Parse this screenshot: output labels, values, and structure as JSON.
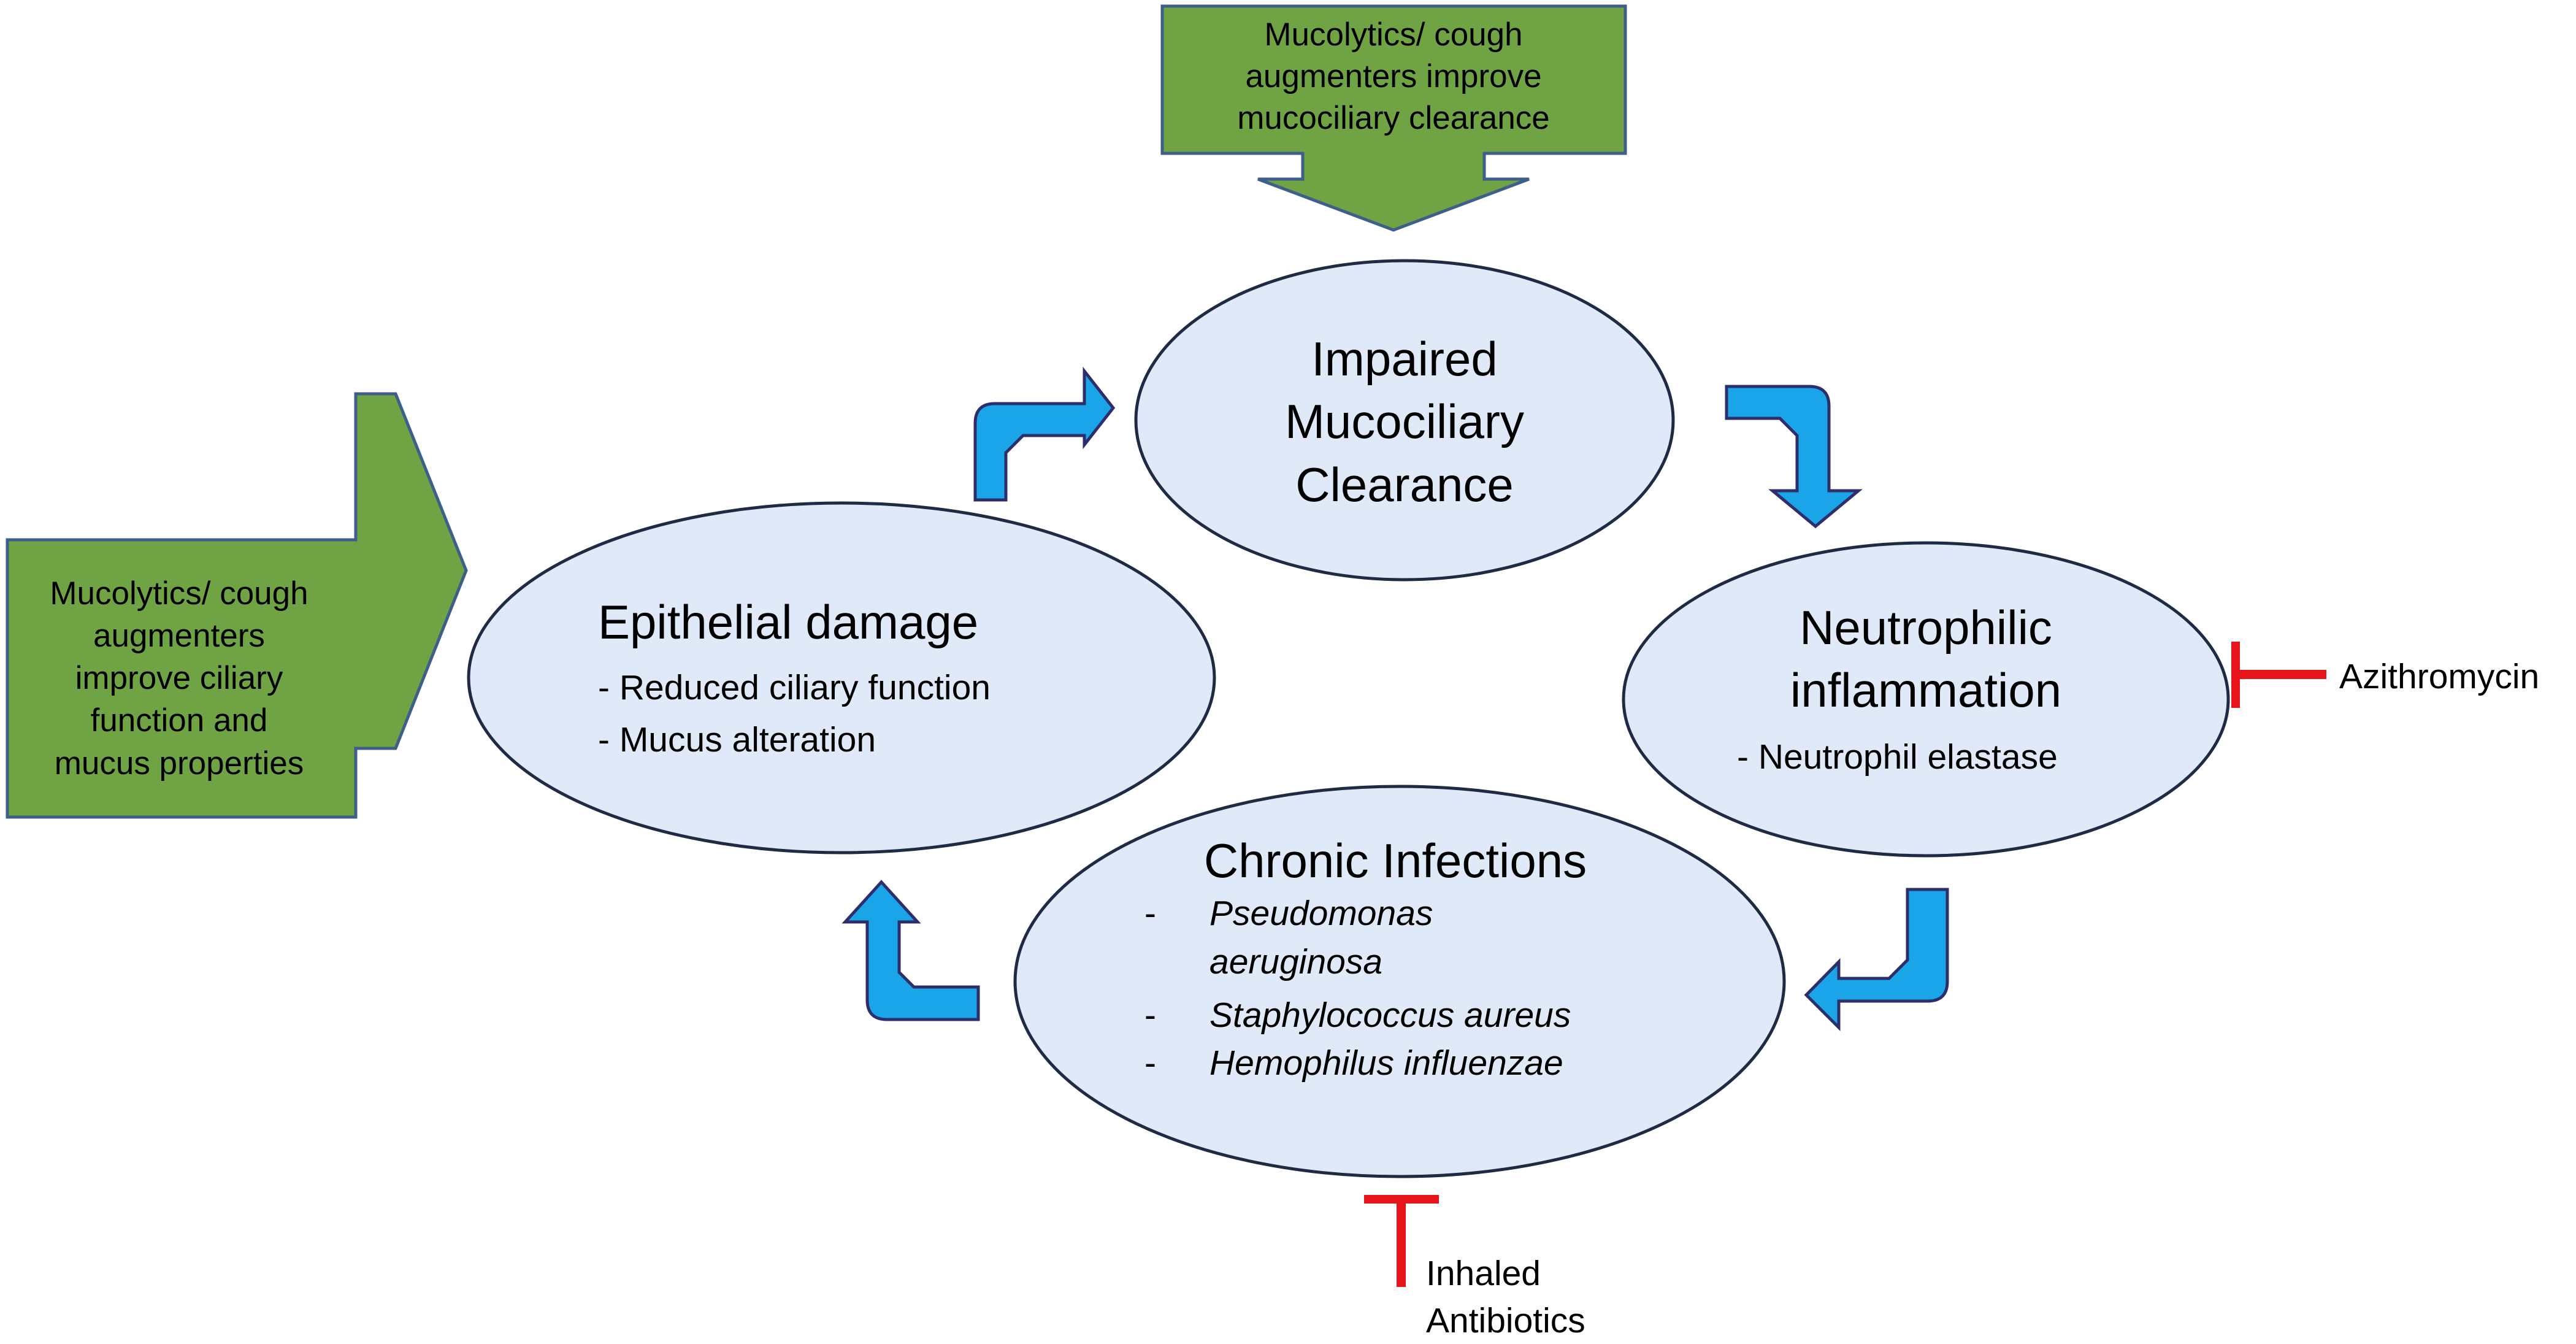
{
  "colors": {
    "node_fill": "#dfe9f7",
    "node_stroke": "#1f2a44",
    "arrow_fill": "#1aa5e8",
    "arrow_stroke": "#2c2f6b",
    "box_fill": "#70a344",
    "box_stroke": "#3e5f8a",
    "inhibitor": "#e8141b"
  },
  "nodes": {
    "impaired": {
      "title_lines": [
        "Impaired",
        "Mucociliary",
        "Clearance"
      ]
    },
    "epithelial": {
      "title": "Epithelial damage",
      "items": [
        "- Reduced ciliary function",
        "- Mucus alteration"
      ]
    },
    "neutrophilic": {
      "title_lines": [
        "Neutrophilic",
        "inflammation"
      ],
      "items": [
        "- Neutrophil elastase"
      ]
    },
    "infections": {
      "title": "Chronic Infections",
      "bullet": "-",
      "items": [
        "Pseudomonas",
        "aeruginosa",
        "Staphylococcus aureus",
        "Hemophilus influenzae"
      ]
    }
  },
  "interventions": {
    "top_box": {
      "lines": [
        "Mucolytics/ cough",
        "augmenters  improve",
        "mucociliary clearance"
      ]
    },
    "left_box": {
      "lines": [
        "Mucolytics/ cough",
        "augmenters",
        "improve ciliary",
        "function and",
        "mucus properties"
      ]
    },
    "azithromycin": {
      "label": "Azithromycin"
    },
    "inhaled_antibiotics": {
      "lines": [
        "Inhaled",
        "Antibiotics"
      ]
    }
  }
}
